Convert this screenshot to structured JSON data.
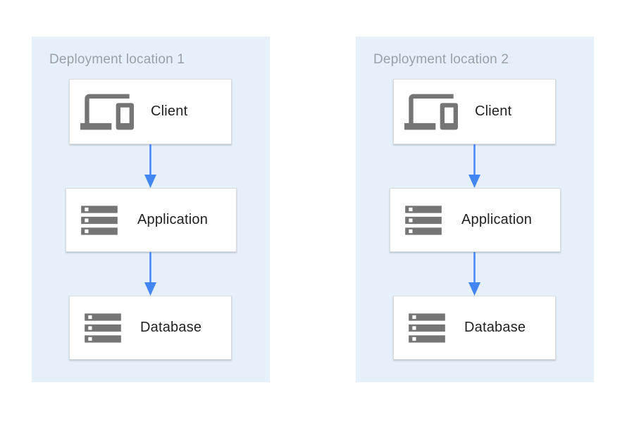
{
  "colors": {
    "canvas_bg": "#ffffff",
    "panel_bg": "#e6f0fa",
    "node_bg": "#ffffff",
    "node_border": "#d8dadd",
    "arrow": "#4285f4",
    "icon": "#757575",
    "panel_title": "#9aa0a6",
    "node_label": "#212121"
  },
  "diagram": {
    "type": "deployment-architecture",
    "panels": [
      {
        "title": "Deployment location 1",
        "nodes": [
          {
            "label": "Client",
            "icon": "devices-icon"
          },
          {
            "label": "Application",
            "icon": "storage-icon"
          },
          {
            "label": "Database",
            "icon": "storage-icon"
          }
        ],
        "connections": [
          {
            "from": "Client",
            "to": "Application"
          },
          {
            "from": "Application",
            "to": "Database"
          }
        ]
      },
      {
        "title": "Deployment location 2",
        "nodes": [
          {
            "label": "Client",
            "icon": "devices-icon"
          },
          {
            "label": "Application",
            "icon": "storage-icon"
          },
          {
            "label": "Database",
            "icon": "storage-icon"
          }
        ],
        "connections": [
          {
            "from": "Client",
            "to": "Application"
          },
          {
            "from": "Application",
            "to": "Database"
          }
        ]
      }
    ]
  }
}
